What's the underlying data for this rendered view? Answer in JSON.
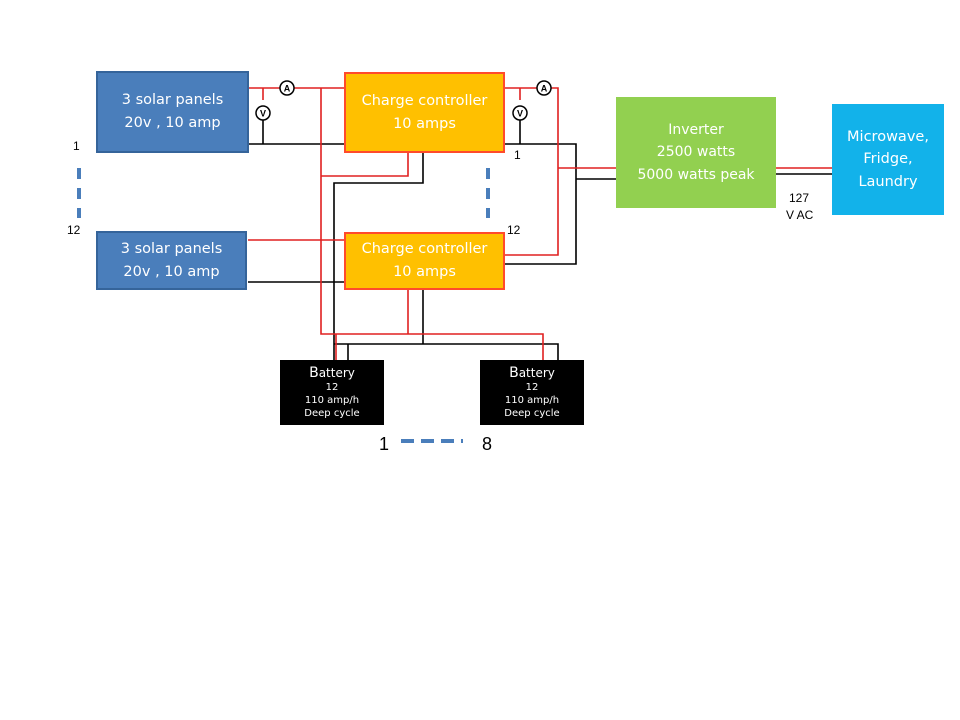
{
  "solar_panels": [
    {
      "line1": "3 solar panels",
      "line2": "20v , 10 amp"
    },
    {
      "line1": "3 solar panels",
      "line2": "20v , 10 amp"
    }
  ],
  "controllers": [
    {
      "line1": "Charge controller",
      "line2": "10 amps"
    },
    {
      "line1": "Charge controller",
      "line2": "10 amps"
    }
  ],
  "inverter": {
    "line1": "Inverter",
    "line2": "2500 watts",
    "line3": "5000 watts peak"
  },
  "loads": {
    "line1": "Microwave,",
    "line2": "Fridge,",
    "line3": "Laundry"
  },
  "batteries": [
    {
      "cap": "B",
      "rest": "attery",
      "voltage": "12",
      "capacity": "110 amp/h",
      "type": "Deep cycle"
    },
    {
      "cap": "B",
      "rest": "attery",
      "voltage": "12",
      "capacity": "110 amp/h",
      "type": "Deep cycle"
    }
  ],
  "labels": {
    "panel_first": "1",
    "panel_last": "12",
    "controller_first": "1",
    "controller_last": "12",
    "voltage_line1": "127",
    "voltage_line2": "V AC",
    "battery_first": "1",
    "battery_last": "8"
  },
  "meters": {
    "ammeter": "A",
    "voltmeter": "V"
  },
  "colors": {
    "positive_wire": "#e02020",
    "negative_wire": "#000000",
    "solar_panel": "#4a7ebb",
    "charge_controller": "#ffc000",
    "inverter": "#92d050",
    "loads": "#12b2ea",
    "battery": "#000000",
    "continuation_dash": "#4a7ebb"
  }
}
